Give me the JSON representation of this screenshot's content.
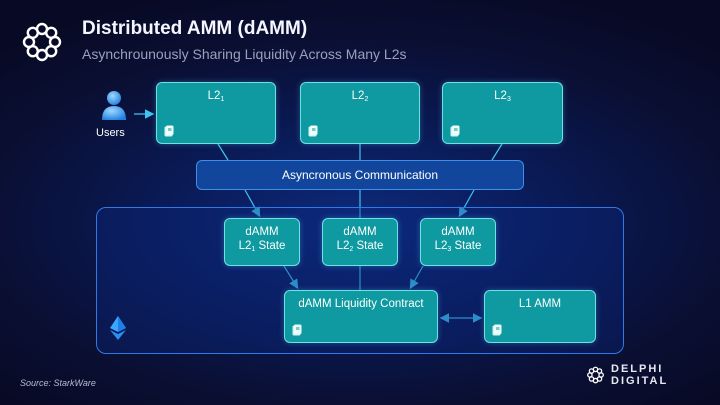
{
  "header": {
    "title": "Distributed AMM (dAMM)",
    "subtitle": "Asynchrounously Sharing Liquidity Across Many L2s"
  },
  "diagram": {
    "users_label": "Users",
    "l2_nodes": [
      {
        "base": "L2",
        "sub": "1"
      },
      {
        "base": "L2",
        "sub": "2"
      },
      {
        "base": "L2",
        "sub": "3"
      }
    ],
    "communication_label": "Asyncronous Communication",
    "state_nodes": [
      {
        "line1": "dAMM",
        "base": "L2",
        "sub": "1",
        "suffix": " State"
      },
      {
        "line1": "dAMM",
        "base": "L2",
        "sub": "2",
        "suffix": " State"
      },
      {
        "line1": "dAMM",
        "base": "L2",
        "sub": "3",
        "suffix": " State"
      }
    ],
    "liquidity_contract_label": "dAMM Liquidity Contract",
    "l1_amm_label": "L1 AMM",
    "icons": [
      "user-icon",
      "document-icon",
      "ethereum-icon"
    ],
    "colors": {
      "node_fill": "#0e9aa0",
      "node_border": "#6fe0e4",
      "comm_fill": "#12469c",
      "frame_border": "#2f7ae8",
      "arrow": "#3fc4ef"
    }
  },
  "footer": {
    "source": "Source: StarkWare",
    "brand": "DELPHI DIGITAL"
  }
}
